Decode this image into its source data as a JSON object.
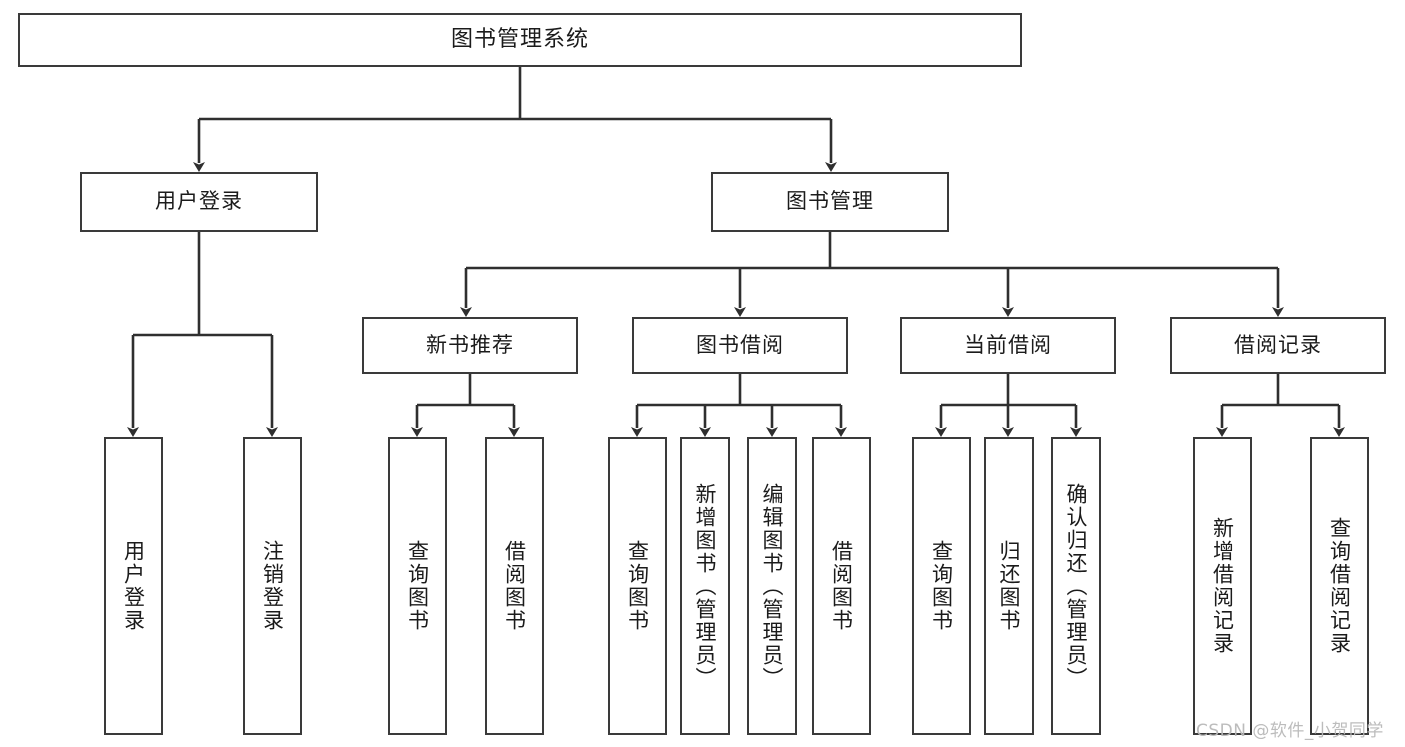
{
  "diagram": {
    "title": "图书管理系统",
    "watermark": "CSDN @软件_小贺同学",
    "levels": {
      "root": {
        "label": "图书管理系统"
      },
      "level2": [
        {
          "label": "用户登录"
        },
        {
          "label": "图书管理"
        }
      ],
      "level3": [
        {
          "label": "新书推荐"
        },
        {
          "label": "图书借阅"
        },
        {
          "label": "当前借阅"
        },
        {
          "label": "借阅记录"
        }
      ],
      "leaves": [
        {
          "label": "用户登录"
        },
        {
          "label": "注销登录"
        },
        {
          "label": "查询图书"
        },
        {
          "label": "借阅图书"
        },
        {
          "label": "查询图书"
        },
        {
          "label": "新增图书（管理员）"
        },
        {
          "label": "编辑图书（管理员）"
        },
        {
          "label": "借阅图书"
        },
        {
          "label": "查询图书"
        },
        {
          "label": "归还图书"
        },
        {
          "label": "确认归还（管理员）"
        },
        {
          "label": "新增借阅记录"
        },
        {
          "label": "查询借阅记录"
        }
      ]
    },
    "colors": {
      "border": "#3a3a3a",
      "background": "#ffffff",
      "text": "#1b1b1b",
      "watermark": "#b9b9b9"
    }
  }
}
